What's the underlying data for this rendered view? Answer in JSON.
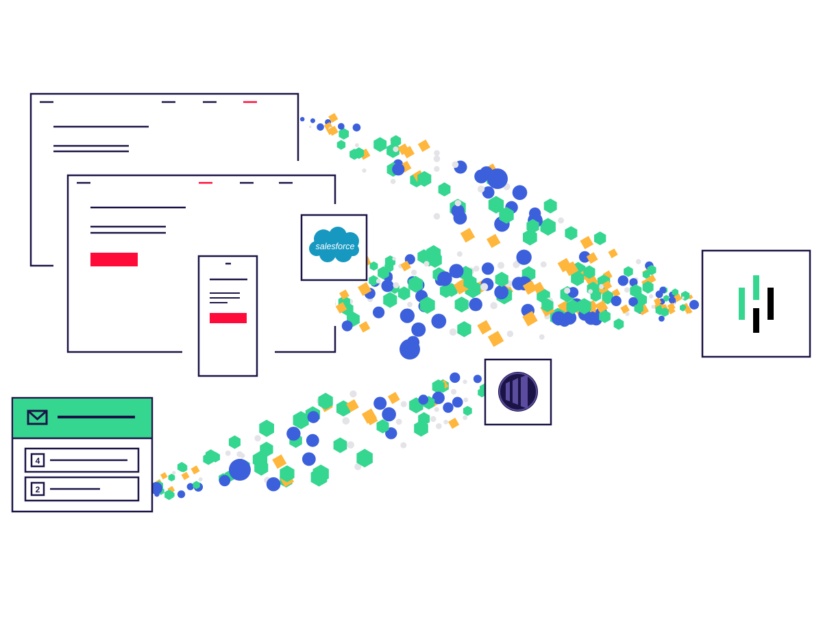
{
  "colors": {
    "navy": "#1a1446",
    "red": "#ff0b3a",
    "green": "#35d690",
    "blue": "#3c5fdc",
    "orange": "#ffb63c",
    "gray": "#e4e4e8",
    "salesforce": "#1798c1",
    "marketo": "#5c4c9f",
    "black": "#000000",
    "white": "#ffffff"
  },
  "icons": {
    "email": "envelope-icon",
    "salesforce": "salesforce-logo-icon",
    "marketo": "marketo-logo-icon",
    "destination": "heap-logo-icon"
  },
  "salesforce_logo_text": "salesforce",
  "email_list": {
    "items": [
      {
        "count": "4"
      },
      {
        "count": "2"
      }
    ]
  }
}
